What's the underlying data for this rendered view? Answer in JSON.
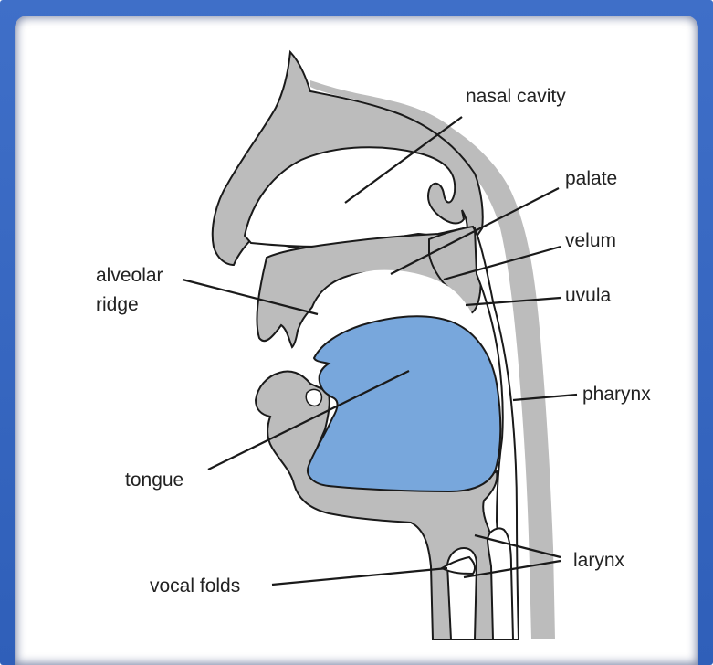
{
  "diagram": {
    "labels": {
      "nasal_cavity": "nasal cavity",
      "palate": "palate",
      "velum": "velum",
      "uvula": "uvula",
      "alveolar_ridge_line1": "alveolar",
      "alveolar_ridge_line2": "ridge",
      "pharynx": "pharynx",
      "tongue": "tongue",
      "larynx": "larynx",
      "vocal_folds": "vocal folds"
    },
    "colors": {
      "tissue": "#bcbcbc",
      "tongue": "#78a7dc",
      "outline": "#1a1a1a",
      "frame": "#3463bf"
    }
  }
}
